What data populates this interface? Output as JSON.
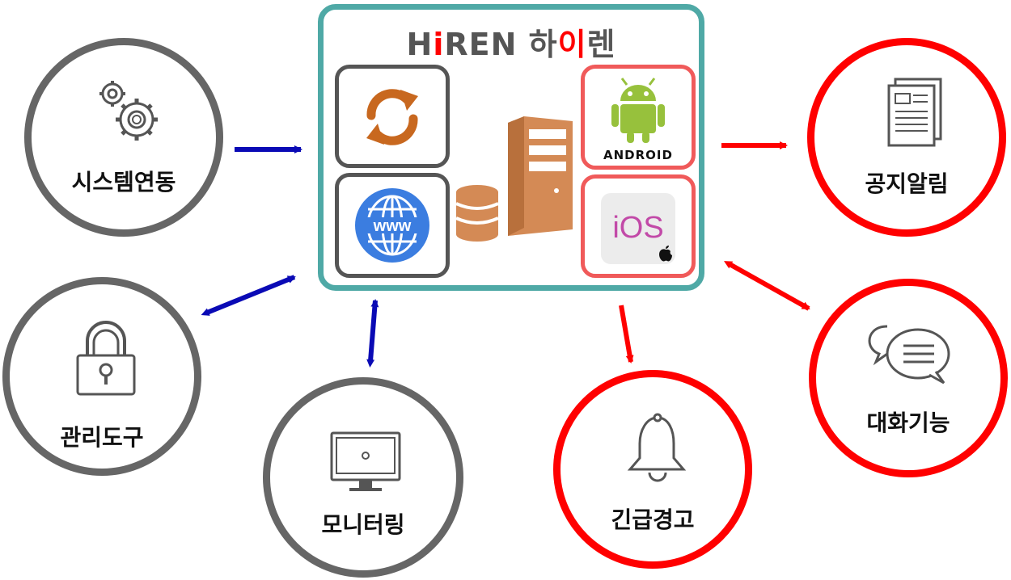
{
  "hub": {
    "title_prefix": "H",
    "title_accent_i": "i",
    "title_suffix": "REN 하",
    "title_accent_ko": "이",
    "title_end": "렌",
    "android_label": "ANDROID",
    "ios_label": "iOS",
    "www_label": "www"
  },
  "nodes": {
    "system": "시스템연동",
    "admin": "관리도구",
    "monitor": "모니터링",
    "emergency": "긴급경고",
    "notice": "공지알림",
    "chat": "대화기능"
  },
  "colors": {
    "gray": "#666666",
    "red": "#ff0000",
    "blue": "#0a0ab5",
    "teal": "#4fa9a6",
    "server": "#d48a55"
  }
}
